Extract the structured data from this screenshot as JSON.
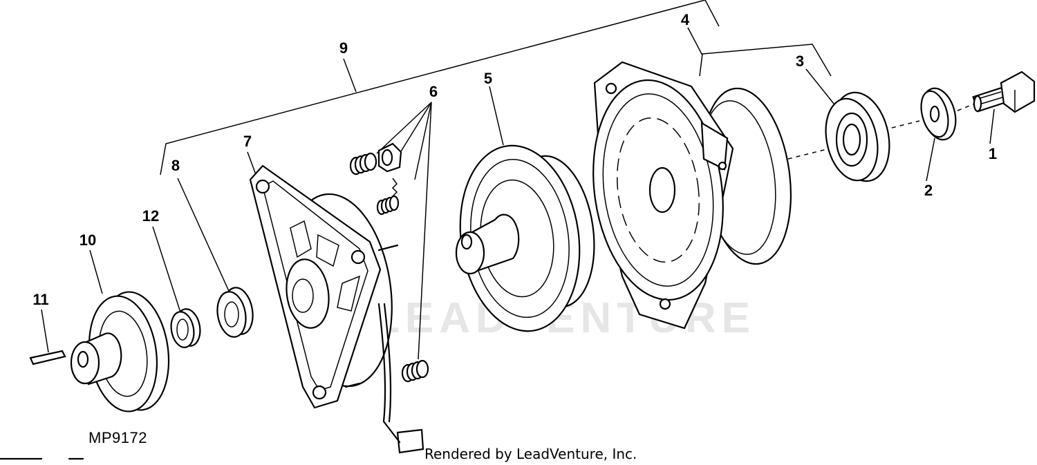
{
  "diagram": {
    "figure_id": "MP9172",
    "credit": "Rendered by LeadVenture, Inc.",
    "watermark": "LEADVENTURE",
    "callouts": [
      "1",
      "2",
      "3",
      "4",
      "5",
      "6",
      "7",
      "8",
      "9",
      "10",
      "11",
      "12"
    ]
  }
}
